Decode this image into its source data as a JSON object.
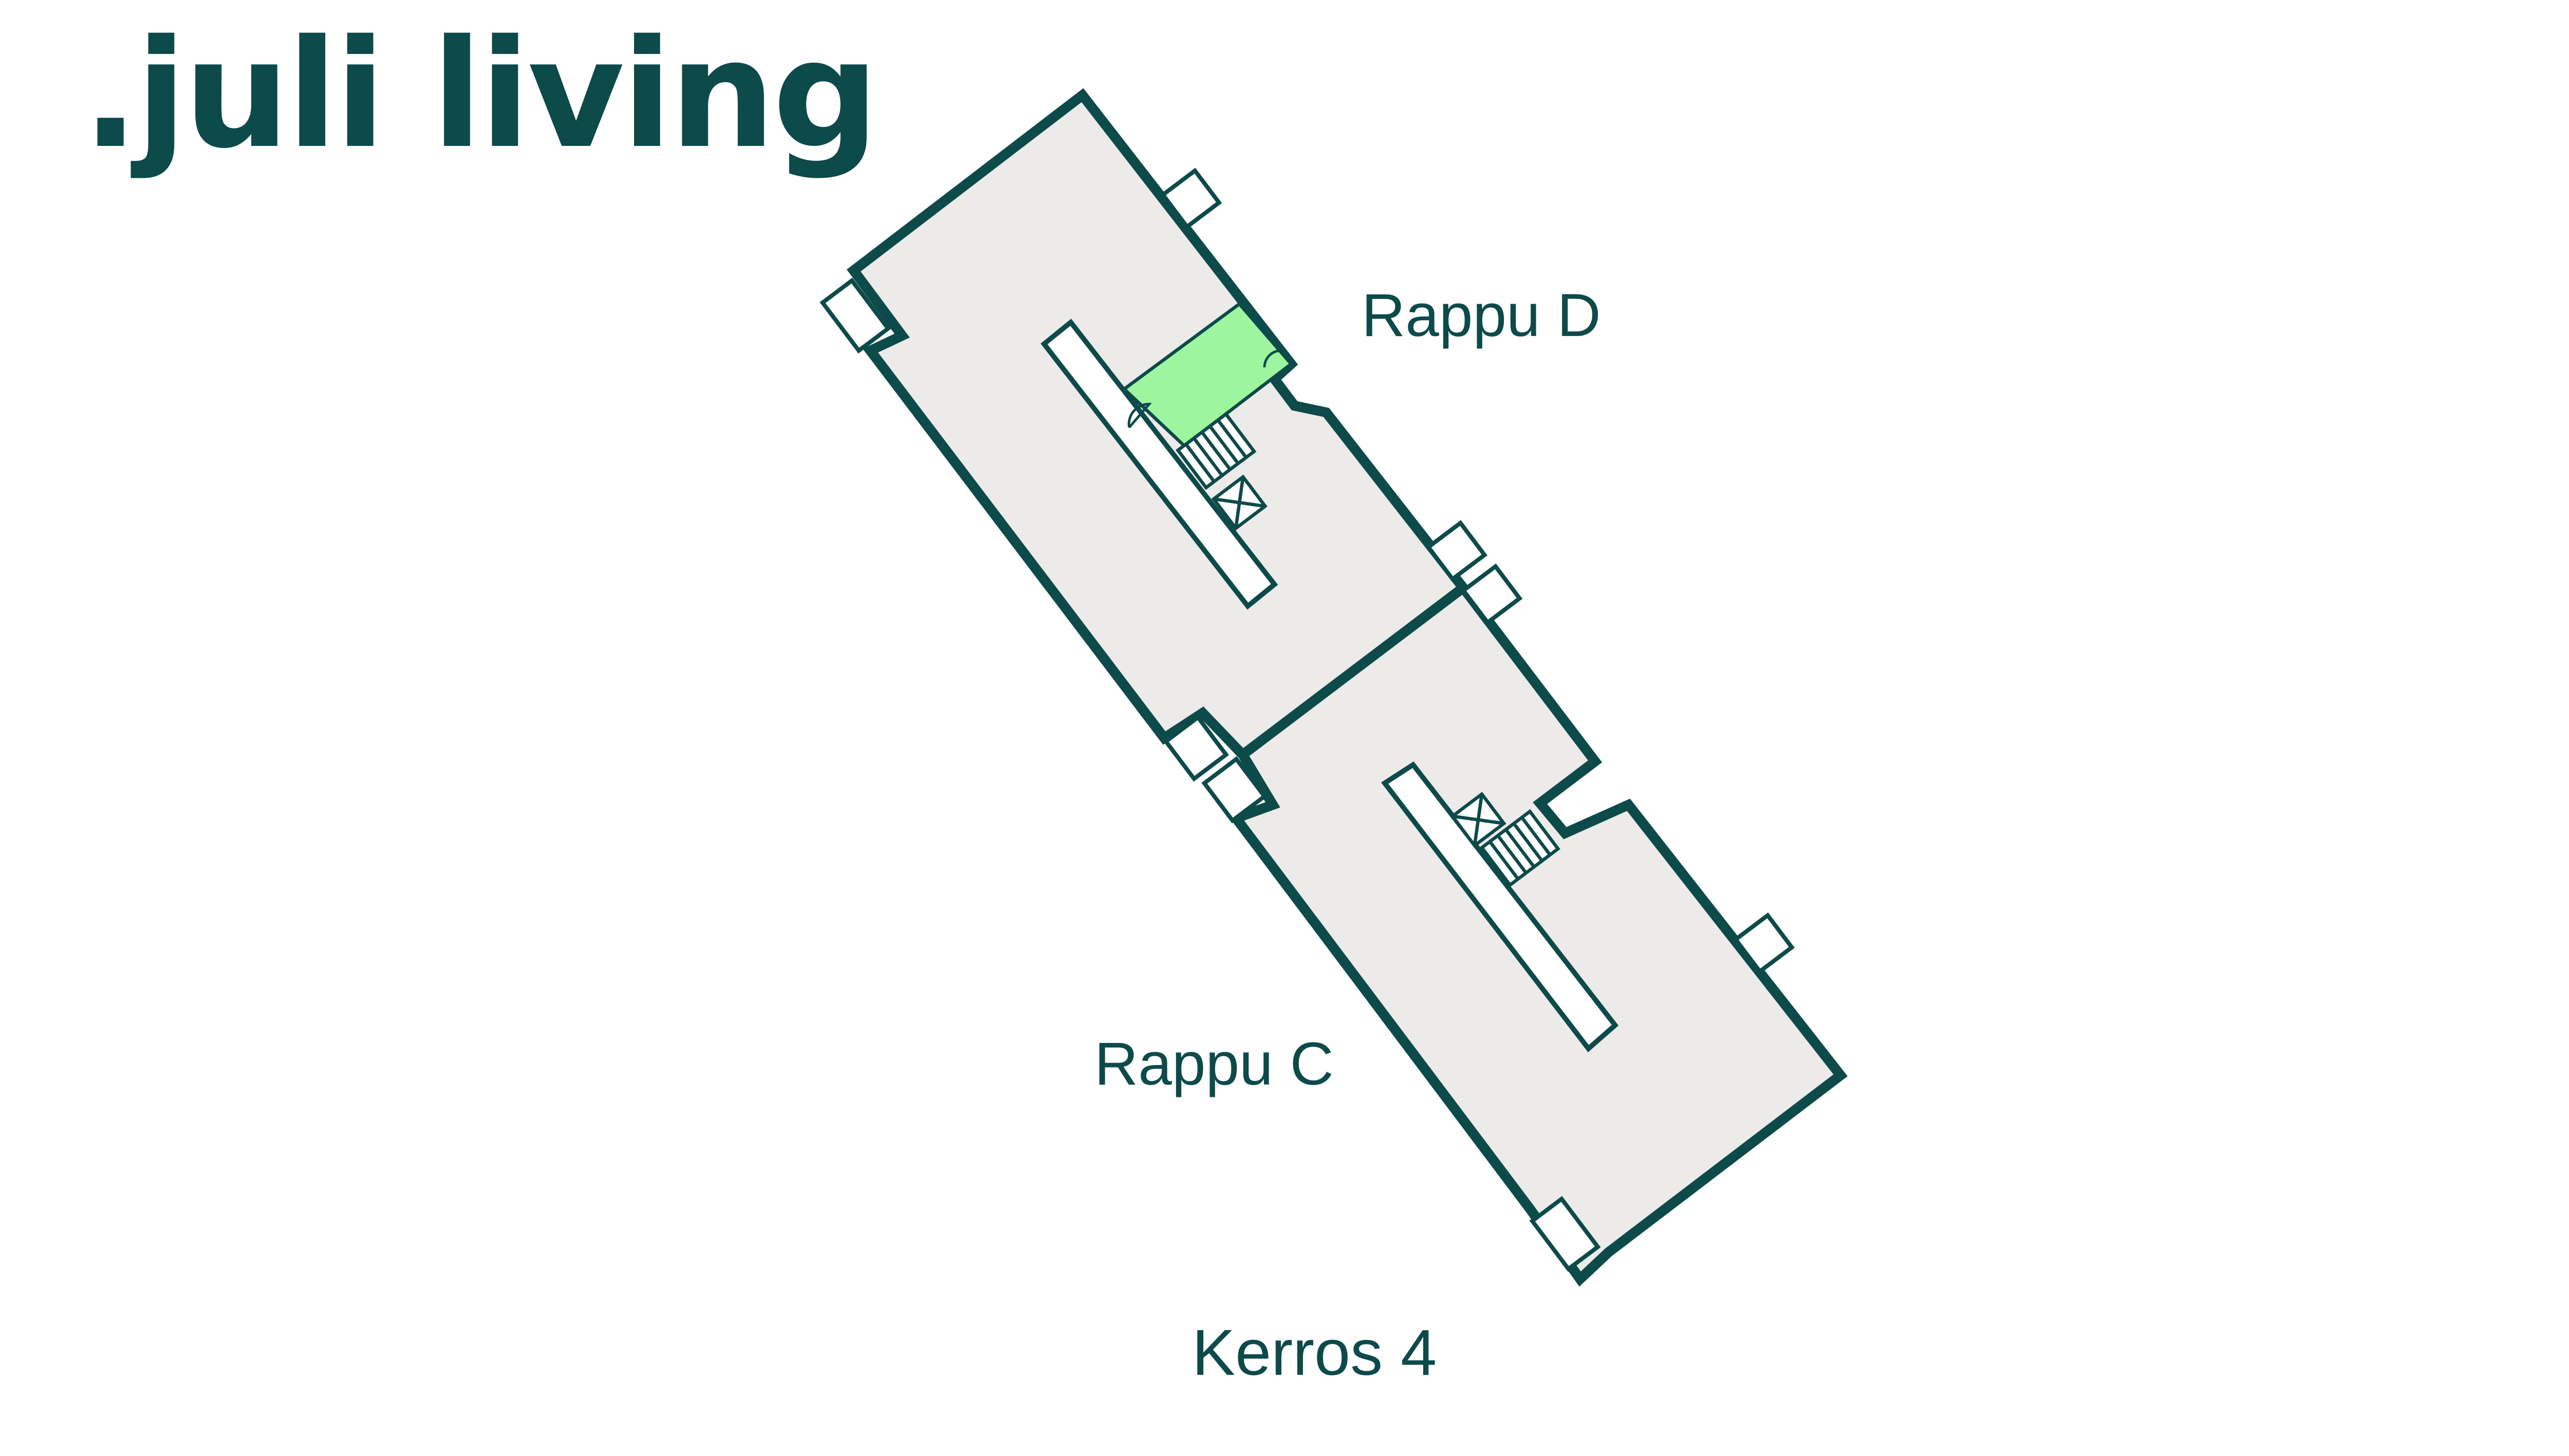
{
  "brand": {
    "name": ".juli living"
  },
  "labels": {
    "stair_d": "Rappu D",
    "stair_c": "Rappu C",
    "floor": "Kerros 4"
  },
  "colors": {
    "brand": "#0d4a4a",
    "floor_fill": "#ecebe9",
    "highlight": "#9ef5a0",
    "background": "#ffffff"
  },
  "icons": [
    "elevator-icon",
    "stairs-icon",
    "door-swing-icon"
  ]
}
